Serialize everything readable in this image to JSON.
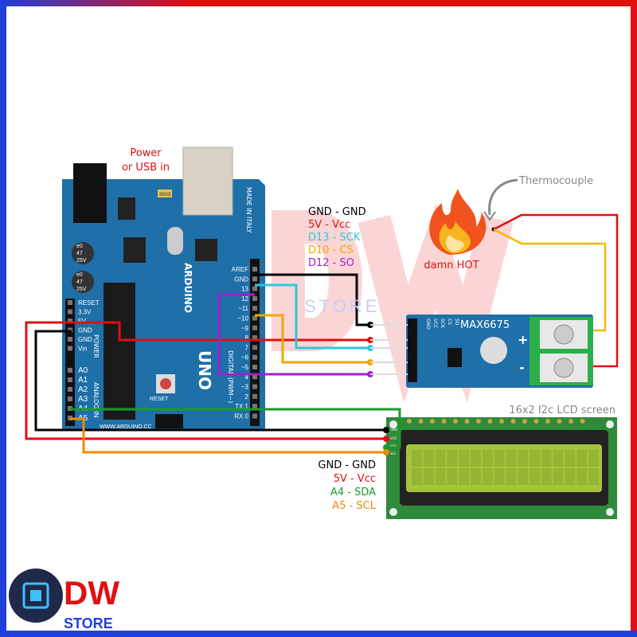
{
  "colors": {
    "gnd": "#000000",
    "vcc": "#e01010",
    "sck": "#2ec8d8",
    "cs": "#f5a300",
    "so": "#a020d0",
    "sda": "#1a9a2a",
    "scl": "#f08a00",
    "thermo_red": "#e01010",
    "thermo_yellow": "#f5b800",
    "board_blue": "#1f6fa8",
    "lcd_green": "#2f8a3a",
    "lcd_screen": "#a6c43a",
    "frame_blue": "#1e40d8",
    "frame_red": "#e01010",
    "watermark": "#fbd5d5"
  },
  "power_label": [
    "Power",
    "or USB in"
  ],
  "thermocouple_label": "Thermocouple",
  "flame_label": "damn HOT",
  "max_connections": [
    {
      "text": "GND - GND",
      "color": "#000000"
    },
    {
      "text": "5V - Vcc",
      "color": "#e01010"
    },
    {
      "text": "D13 - SCK",
      "color": "#2ec8d8"
    },
    {
      "text": "D10 - CS",
      "color": "#f5a300"
    },
    {
      "text": "D12 - SO",
      "color": "#a020d0"
    }
  ],
  "lcd_connections": [
    {
      "text": "GND - GND",
      "color": "#000000"
    },
    {
      "text": "5V - Vcc",
      "color": "#e01010"
    },
    {
      "text": "A4 - SDA",
      "color": "#1a9a2a"
    },
    {
      "text": "A5 - SCL",
      "color": "#f08a00"
    }
  ],
  "lcd_label": "16x2 I2c LCD screen",
  "lcd_pins": [
    "GND",
    "VCC",
    "SDA",
    "SCL"
  ],
  "max_module": {
    "title": "MAX6675",
    "pins": [
      "GND",
      "VCC",
      "SCK",
      "CS",
      "SO"
    ],
    "plus": "+",
    "minus": "-"
  },
  "arduino": {
    "made_in": "MADE IN ITALY",
    "brand": "ARDUINO",
    "model": "UNO",
    "url": "WWW.ARDUINO.CC",
    "digital_label": "DIGITAL (PWM~)",
    "power_label": "POWER",
    "analog_label": "ANALOG IN",
    "digital_pins": [
      "AREF",
      "GND",
      "13",
      "12",
      "~11",
      "~10",
      "~9",
      "8",
      "7",
      "~6",
      "~5",
      "4",
      "~3",
      "2",
      "TX 1",
      "RX 0"
    ],
    "power_pins": [
      "RESET",
      "3.3V",
      "5V",
      "GND",
      "GND",
      "Vin"
    ],
    "analog_pins": [
      "A0",
      "A1",
      "A2",
      "A3",
      "A4",
      "A5"
    ],
    "capacitor_text": [
      "e0",
      "47",
      "25V"
    ],
    "reset_label": "RESET",
    "chip_label": "S003"
  },
  "logo": {
    "brand": "DW",
    "sub": "STORE"
  },
  "watermark": {
    "big": "DW",
    "small": "STORE"
  }
}
